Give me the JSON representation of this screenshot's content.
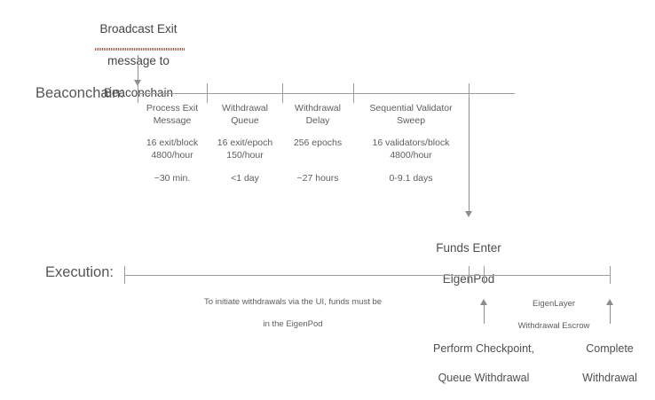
{
  "diagram": {
    "title_annotation": {
      "line1": "Broadcast Exit",
      "line2": "message to",
      "line3": "Beaconchain",
      "misspelled_word": "Beaconchain"
    },
    "rows": [
      {
        "id": "beaconchain",
        "label": "Beaconchain:"
      },
      {
        "id": "execution",
        "label": "Execution:"
      }
    ],
    "beaconchain_segments": [
      {
        "title": "Process Exit\nMessage",
        "rate": "16 exit/block\n4800/hour",
        "duration": "~30 min."
      },
      {
        "title": "Withdrawal\nQueue",
        "rate": "16 exit/epoch\n150/hour",
        "duration": "<1 day"
      },
      {
        "title": "Withdrawal\nDelay",
        "rate": "256 epochs",
        "duration": "~27 hours"
      },
      {
        "title": "Sequential Validator\nSweep",
        "rate": "16 validators/block\n4800/hour",
        "duration": "0-9.1 days"
      }
    ],
    "funds_enter": {
      "line1": "Funds Enter",
      "line2": "EigenPod"
    },
    "execution_note": {
      "line1": "To initiate withdrawals via the UI, funds must be",
      "line2": "in the EigenPod"
    },
    "escrow_label": {
      "line1": "EigenLayer",
      "line2": "Withdrawal Escrow"
    },
    "execution_markers": [
      {
        "line1": "Perform Checkpoint,",
        "line2": "Queue Withdrawal"
      },
      {
        "line1": "Complete",
        "line2": "Withdrawal"
      }
    ],
    "colors": {
      "line": "#9b9b9b",
      "text": "#5e5e5e",
      "spellcheck_underline": "#e23b2e",
      "background": "#ffffff"
    }
  }
}
